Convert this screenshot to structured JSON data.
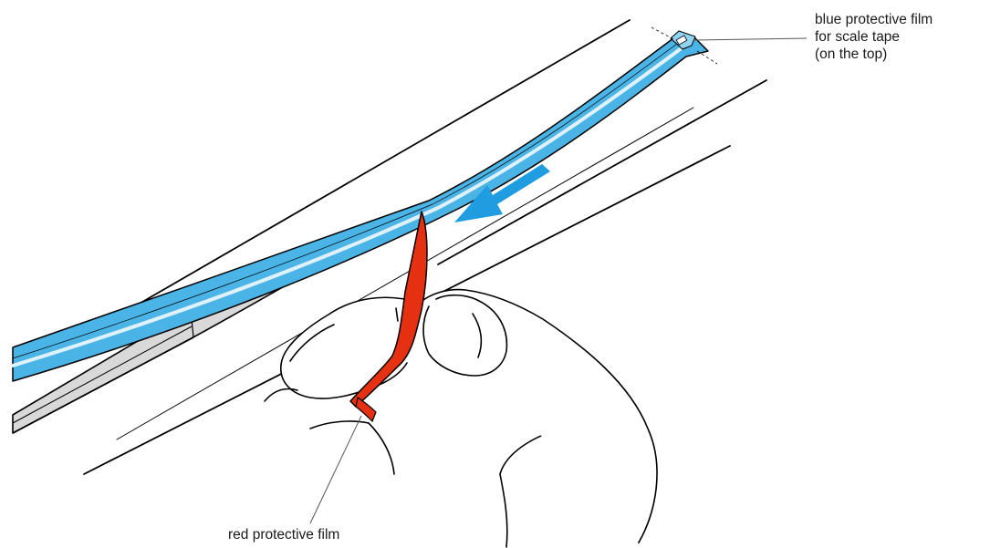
{
  "figure": {
    "colors": {
      "blue_film_fill": "#4ab4e6",
      "blue_film_highlight": "#dff2fb",
      "red_film_fill": "#e53012",
      "arrow_fill": "#1f9de0",
      "adhesive_gray": "#d9d9d9",
      "outline": "#000000"
    },
    "labels": {
      "blue_film": {
        "line1": "blue protective film",
        "line2": "for scale tape",
        "line3": "(on the top)"
      },
      "red_film": "red protective film"
    },
    "arrow_direction": "down-left"
  }
}
